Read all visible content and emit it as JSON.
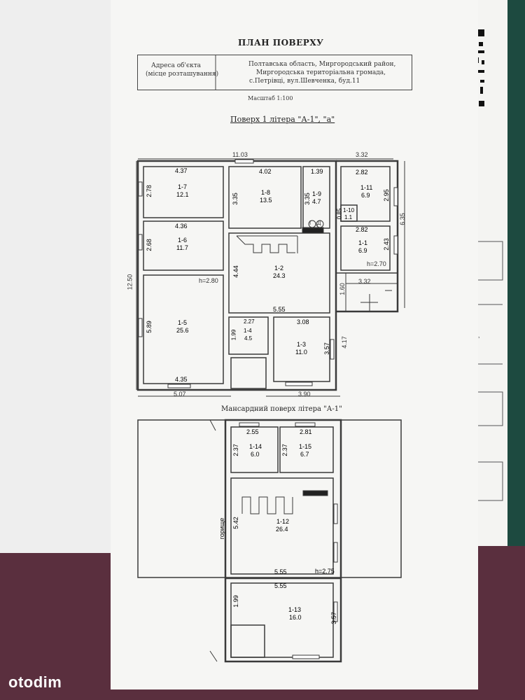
{
  "title": "ПЛАН ПОВЕРХУ",
  "address": {
    "label_line1": "Адреса об'єкта",
    "label_line2": "(місце розташування)",
    "line1": "Полтавська область, Миргородський район,",
    "line2": "Миргородська територіальна громада,",
    "line3": "с.Петрівці, вул.Шевченка, буд.11"
  },
  "scale": "Масштаб 1:100",
  "floor1": {
    "title": "Поверх 1 літера \"А-1\", \"а\"",
    "overall_width": "11.03",
    "annex_width": "3.32",
    "height": "12.50",
    "annex_depth": "6.35",
    "bottom_left": "5.07",
    "bottom_right": "3.90",
    "ceiling_main": "h=2.80",
    "ceiling_annex": "h=2.70",
    "rooms": [
      {
        "id": "1-7",
        "area": "12.1",
        "w": "4.37",
        "h": "2.78"
      },
      {
        "id": "1-8",
        "area": "13.5",
        "w": "4.02",
        "h": "3.35"
      },
      {
        "id": "1-9",
        "area": "4.7",
        "w": "1.39",
        "h": "3.35"
      },
      {
        "id": "1-11",
        "area": "6.9",
        "w": "2.82",
        "h": "2.95"
      },
      {
        "id": "1-10",
        "area": "1.1",
        "h": "0.85"
      },
      {
        "id": "1-6",
        "area": "11.7",
        "w": "4.36",
        "h": "2.68"
      },
      {
        "id": "1-1",
        "area": "6.9",
        "w": "2.82",
        "h": "2.43"
      },
      {
        "id": "1-2",
        "area": "24.3",
        "w": "5.55",
        "h": "4.44"
      },
      {
        "id": "1-5",
        "area": "25.6",
        "w": "4.35",
        "h": "5.89"
      },
      {
        "id": "1-4",
        "area": "4.5",
        "w": "2.27",
        "h": "1.99"
      },
      {
        "id": "1-3",
        "area": "11.0",
        "w": "3.08",
        "h": "3.57"
      }
    ],
    "extra": {
      "porch_w": "3.32",
      "porch_h": "1.60",
      "side_h": "4.17",
      "gas": "Г",
      "d": "Д"
    }
  },
  "attic": {
    "title": "Мансардний поверх літера \"А-1\"",
    "attic_word": "горище",
    "ceiling": "h=2.75",
    "rooms": [
      {
        "id": "1-14",
        "area": "6.0",
        "w": "2.55",
        "h": "2.37"
      },
      {
        "id": "1-15",
        "area": "6.7",
        "w": "2.81",
        "h": "2.37"
      },
      {
        "id": "1-12",
        "area": "26.4",
        "w": "5.55",
        "h": "5.42"
      },
      {
        "id": "1-13",
        "area": "16.0",
        "w": "5.55",
        "h": "3.57"
      }
    ],
    "bottom_h": "1.99"
  },
  "right_page_text": [
    "а",
    "тів,"
  ],
  "watermark": "otodim",
  "colors": {
    "paper": "#f6f6f4",
    "line": "#3a3a3a",
    "dim": "#333333"
  }
}
